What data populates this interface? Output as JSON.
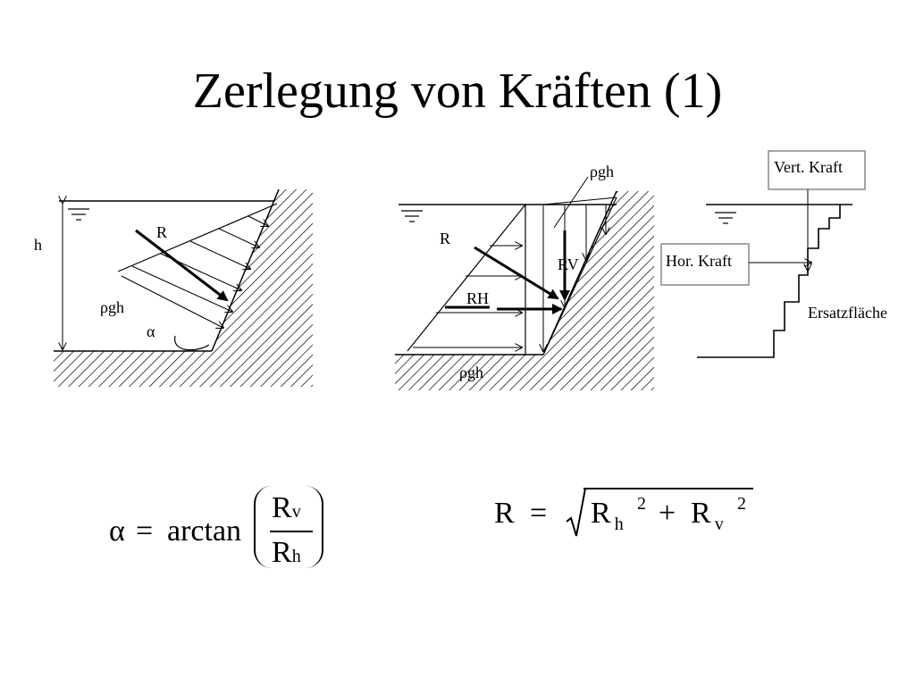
{
  "slide": {
    "title": "Zerlegung von Kräften (1)"
  },
  "diagram1": {
    "label_h": "h",
    "label_R": "R",
    "label_rhogh": "ρgh",
    "label_alpha": "α"
  },
  "diagram2": {
    "label_rhogh_top": "ρgh",
    "label_R": "R",
    "label_RV": "RV",
    "label_RH": "RH",
    "label_rhogh_bottom": "ρgh"
  },
  "diagram3": {
    "box_vertical": "Vert. Kraft",
    "box_horizontal": "Hor. Kraft",
    "label_surface": "Ersatzfläche"
  },
  "formula1": {
    "alpha": "α",
    "equals": "=",
    "fn": "arctan",
    "num_base": "R",
    "num_sub": "v",
    "den_base": "R",
    "den_sub": "h"
  },
  "formula2": {
    "lhs": "R",
    "equals": "=",
    "t1_base": "R",
    "t1_sub": "h",
    "t1_exp": "2",
    "plus": "+",
    "t2_base": "R",
    "t2_sub": "v",
    "t2_exp": "2"
  }
}
